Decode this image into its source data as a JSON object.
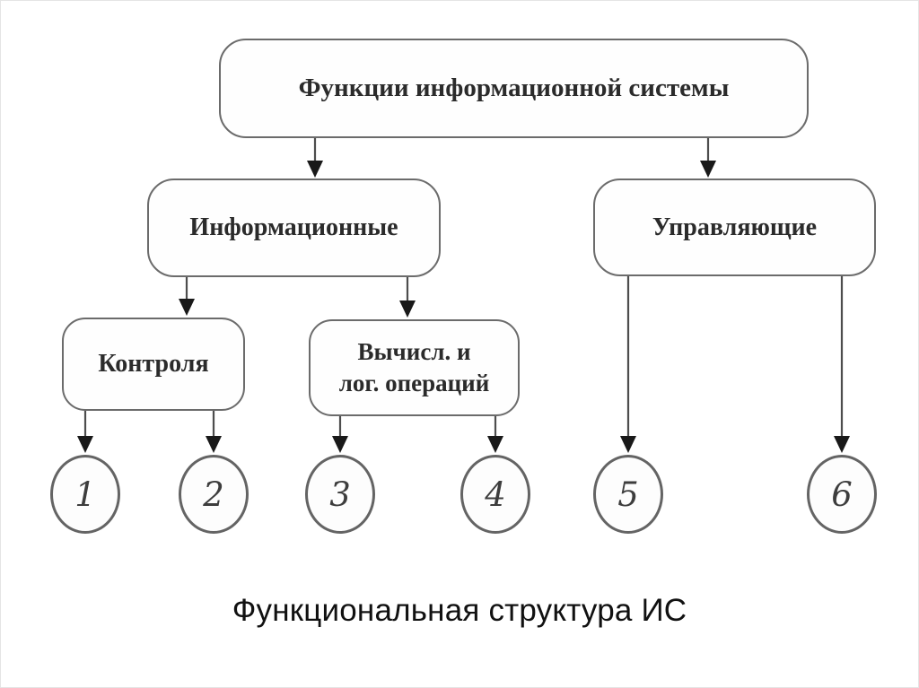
{
  "diagram": {
    "root": {
      "label": "Функции информационной системы"
    },
    "branches": [
      {
        "label": "Информационные"
      },
      {
        "label": "Управляющие"
      }
    ],
    "subbranches": [
      {
        "label": "Контроля"
      },
      {
        "label_lines": [
          "Вычисл. и",
          "лог. операций"
        ]
      }
    ],
    "leaves": [
      {
        "number": "1"
      },
      {
        "number": "2"
      },
      {
        "number": "3"
      },
      {
        "number": "4"
      },
      {
        "number": "5"
      },
      {
        "number": "6"
      }
    ],
    "caption": "Функциональная структура ИС",
    "colors": {
      "box_border": "#6b6b6b",
      "connector_line": "#4d4d4d",
      "arrowhead": "#191919",
      "node_text": "#2b2b2b",
      "caption_text": "#111111",
      "background": "#ffffff"
    }
  }
}
